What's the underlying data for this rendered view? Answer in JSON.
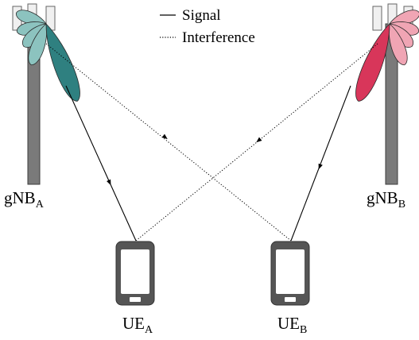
{
  "legend": {
    "signal_label": "Signal",
    "interference_label": "Interference"
  },
  "stations": {
    "a": {
      "base": "gNB",
      "sub": "A",
      "beam_color": "#2f8080",
      "beam_light": "#8cc3bf"
    },
    "b": {
      "base": "gNB",
      "sub": "B",
      "beam_color": "#d8365a",
      "beam_light": "#f0a5b4"
    }
  },
  "users": {
    "a": {
      "base": "UE",
      "sub": "A"
    },
    "b": {
      "base": "UE",
      "sub": "B"
    }
  },
  "colors": {
    "tower": "#7a7a7a",
    "tower_outline": "#3c3c3c",
    "phone_body": "#555555",
    "phone_screen": "#ffffff"
  }
}
